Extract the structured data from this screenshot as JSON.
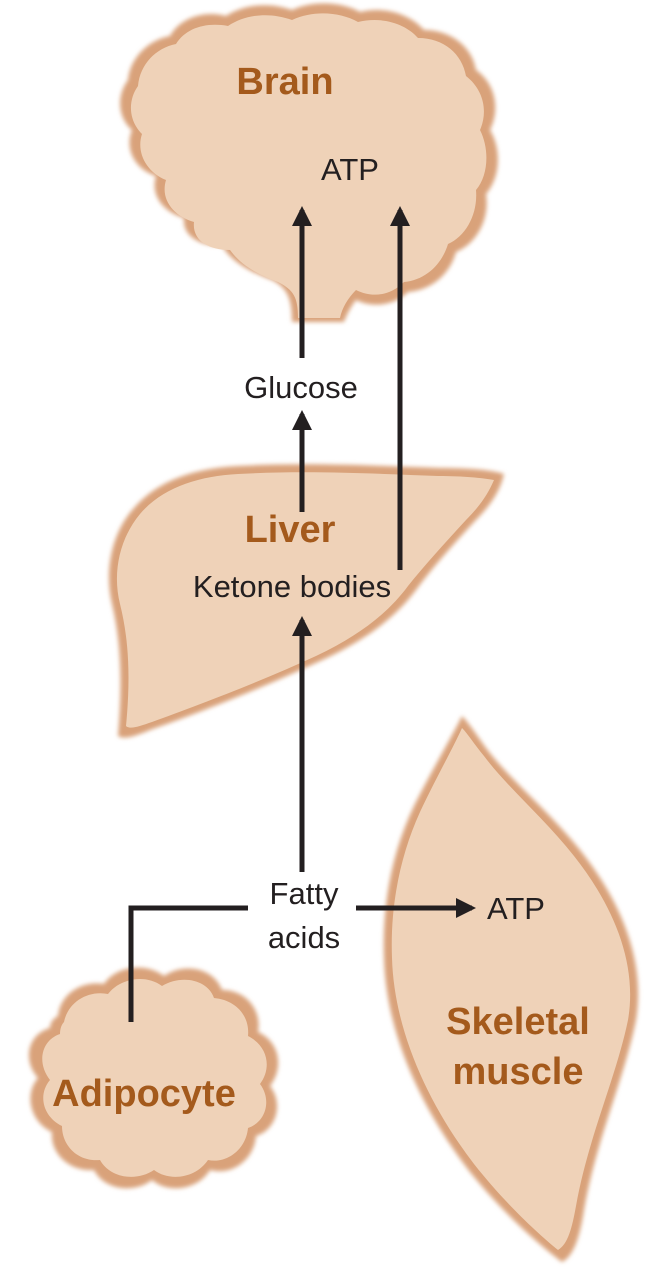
{
  "colors": {
    "organ_fill": "#efd2b8",
    "organ_edge": "#d9a27a",
    "label": "#a45a1c",
    "arrow": "#231f20"
  },
  "organs": {
    "brain": "Brain",
    "liver": "Liver",
    "adipocyte": "Adipocyte",
    "skeletal_muscle_line1": "Skeletal",
    "skeletal_muscle_line2": "muscle"
  },
  "metabolites": {
    "atp_brain": "ATP",
    "glucose": "Glucose",
    "ketone_bodies": "Ketone bodies",
    "fatty_acids_line1": "Fatty",
    "fatty_acids_line2": "acids",
    "atp_muscle": "ATP"
  }
}
